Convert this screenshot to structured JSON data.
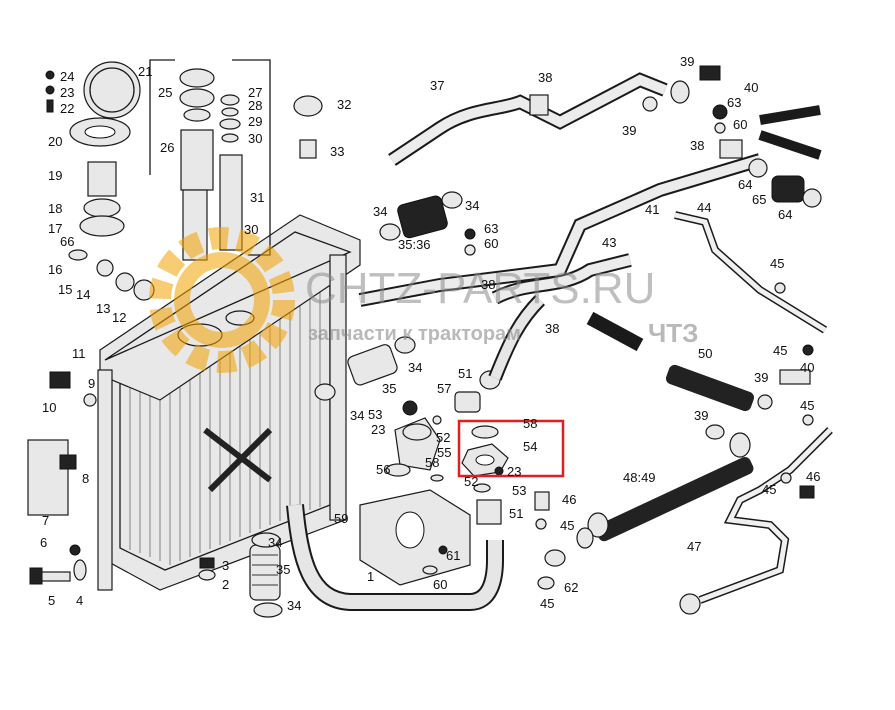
{
  "watermark": {
    "site": "CHTZ-PARTS.RU",
    "tagline": "запчасти к тракторам",
    "brand": "ЧТЗ"
  },
  "highlight": {
    "color": "#e02020",
    "part": "54"
  },
  "labels": {
    "l1": "1",
    "l2": "2",
    "l3": "3",
    "l4": "4",
    "l5": "5",
    "l6": "6",
    "l7": "7",
    "l8": "8",
    "l9": "9",
    "l10": "10",
    "l11": "11",
    "l12": "12",
    "l13": "13",
    "l14": "14",
    "l15": "15",
    "l16": "16",
    "l17": "17",
    "l18": "18",
    "l19": "19",
    "l20": "20",
    "l21": "21",
    "l22": "22",
    "l23": "23",
    "l24": "24",
    "l25": "25",
    "l26": "26",
    "l27": "27",
    "l28": "28",
    "l29": "29",
    "l30": "30",
    "l30b": "30",
    "l31": "31",
    "l32": "32",
    "l33": "33",
    "l34a": "34",
    "l34b": "34",
    "l34c": "34",
    "l34d": "34",
    "l34e": "34",
    "l34f": "34",
    "l3536": "35:36",
    "l35a": "35",
    "l35b": "35",
    "l37": "37",
    "l38a": "38",
    "l38b": "38",
    "l38c": "38",
    "l38d": "38",
    "l39a": "39",
    "l39b": "39",
    "l39c": "39",
    "l39d": "39",
    "l40a": "40",
    "l40b": "40",
    "l41": "41",
    "l43": "43",
    "l44": "44",
    "l45a": "45",
    "l45b": "45",
    "l45c": "45",
    "l45d": "45",
    "l45e": "45",
    "l45f": "45",
    "l46a": "46",
    "l46b": "46",
    "l47": "47",
    "l4849": "48:49",
    "l50": "50",
    "l51a": "51",
    "l51b": "51",
    "l52a": "52",
    "l52b": "52",
    "l53a": "53",
    "l53b": "53",
    "l54": "54",
    "l55": "55",
    "l56": "56",
    "l57": "57",
    "l58a": "58",
    "l58b": "58",
    "l59": "59",
    "l60a": "60",
    "l60b": "60",
    "l60c": "60",
    "l61": "61",
    "l62": "62",
    "l63a": "63",
    "l63b": "63",
    "l64a": "64",
    "l64b": "64",
    "l65": "65",
    "l66": "66",
    "l23b": "23",
    "l23c": "23"
  }
}
